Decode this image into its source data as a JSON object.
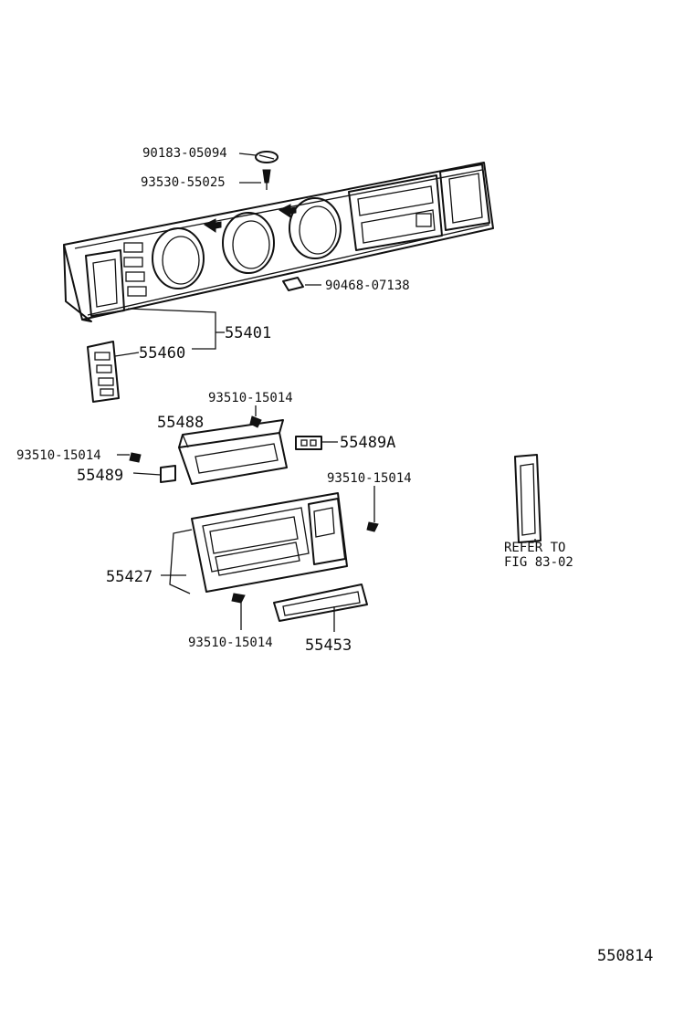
{
  "diagram_id": "550814",
  "parts": {
    "p90183": "90183-05094",
    "p93530": "93530-55025",
    "p90468": "90468-07138",
    "p55401": "55401",
    "p55460": "55460",
    "p93510_a": "93510-15014",
    "p55488": "55488",
    "p55489A": "55489A",
    "p93510_b": "93510-15014",
    "p55489": "55489",
    "p93510_c": "93510-15014",
    "p55427": "55427",
    "p93510_d": "93510-15014",
    "p55453": "55453"
  },
  "refer": {
    "line1": "REFER TO",
    "line2": "FIG 83-02"
  }
}
